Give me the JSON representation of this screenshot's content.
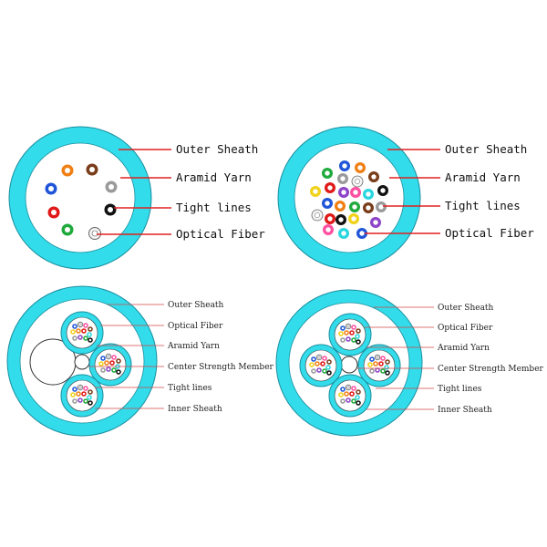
{
  "colors": {
    "sheath": "#33dcea",
    "sheath_stroke": "#1a8fa0",
    "leader_red": "#e02020",
    "leader_thin": "#d04848",
    "fiber_palette": [
      "#1f55d8",
      "#f07f14",
      "#1faa3c",
      "#7a3d1a",
      "#9a9a9a",
      "#f4f4f4",
      "#e01818",
      "#111111",
      "#f0d21a",
      "#8e44c8",
      "#ff4fa0",
      "#2ad6e0"
    ]
  },
  "diagrams": [
    {
      "id": "cable-1",
      "labels": [
        "Outer Sheath",
        "Aramid Yarn",
        "Tight lines",
        "Optical Fiber"
      ]
    },
    {
      "id": "cable-2",
      "labels": [
        "Outer Sheath",
        "Aramid Yarn",
        "Tight lines",
        "Optical Fiber"
      ]
    },
    {
      "id": "cable-3",
      "labels": [
        "Outer Sheath",
        "Optical Fiber",
        "Aramid Yarn",
        "Center Strength Member",
        "Tight lines",
        "Inner Sheath"
      ]
    },
    {
      "id": "cable-4",
      "labels": [
        "Outer Sheath",
        "Optical Fiber",
        "Aramid Yarn",
        "Center Strength Member",
        "Tight lines",
        "Inner Sheath"
      ]
    }
  ]
}
